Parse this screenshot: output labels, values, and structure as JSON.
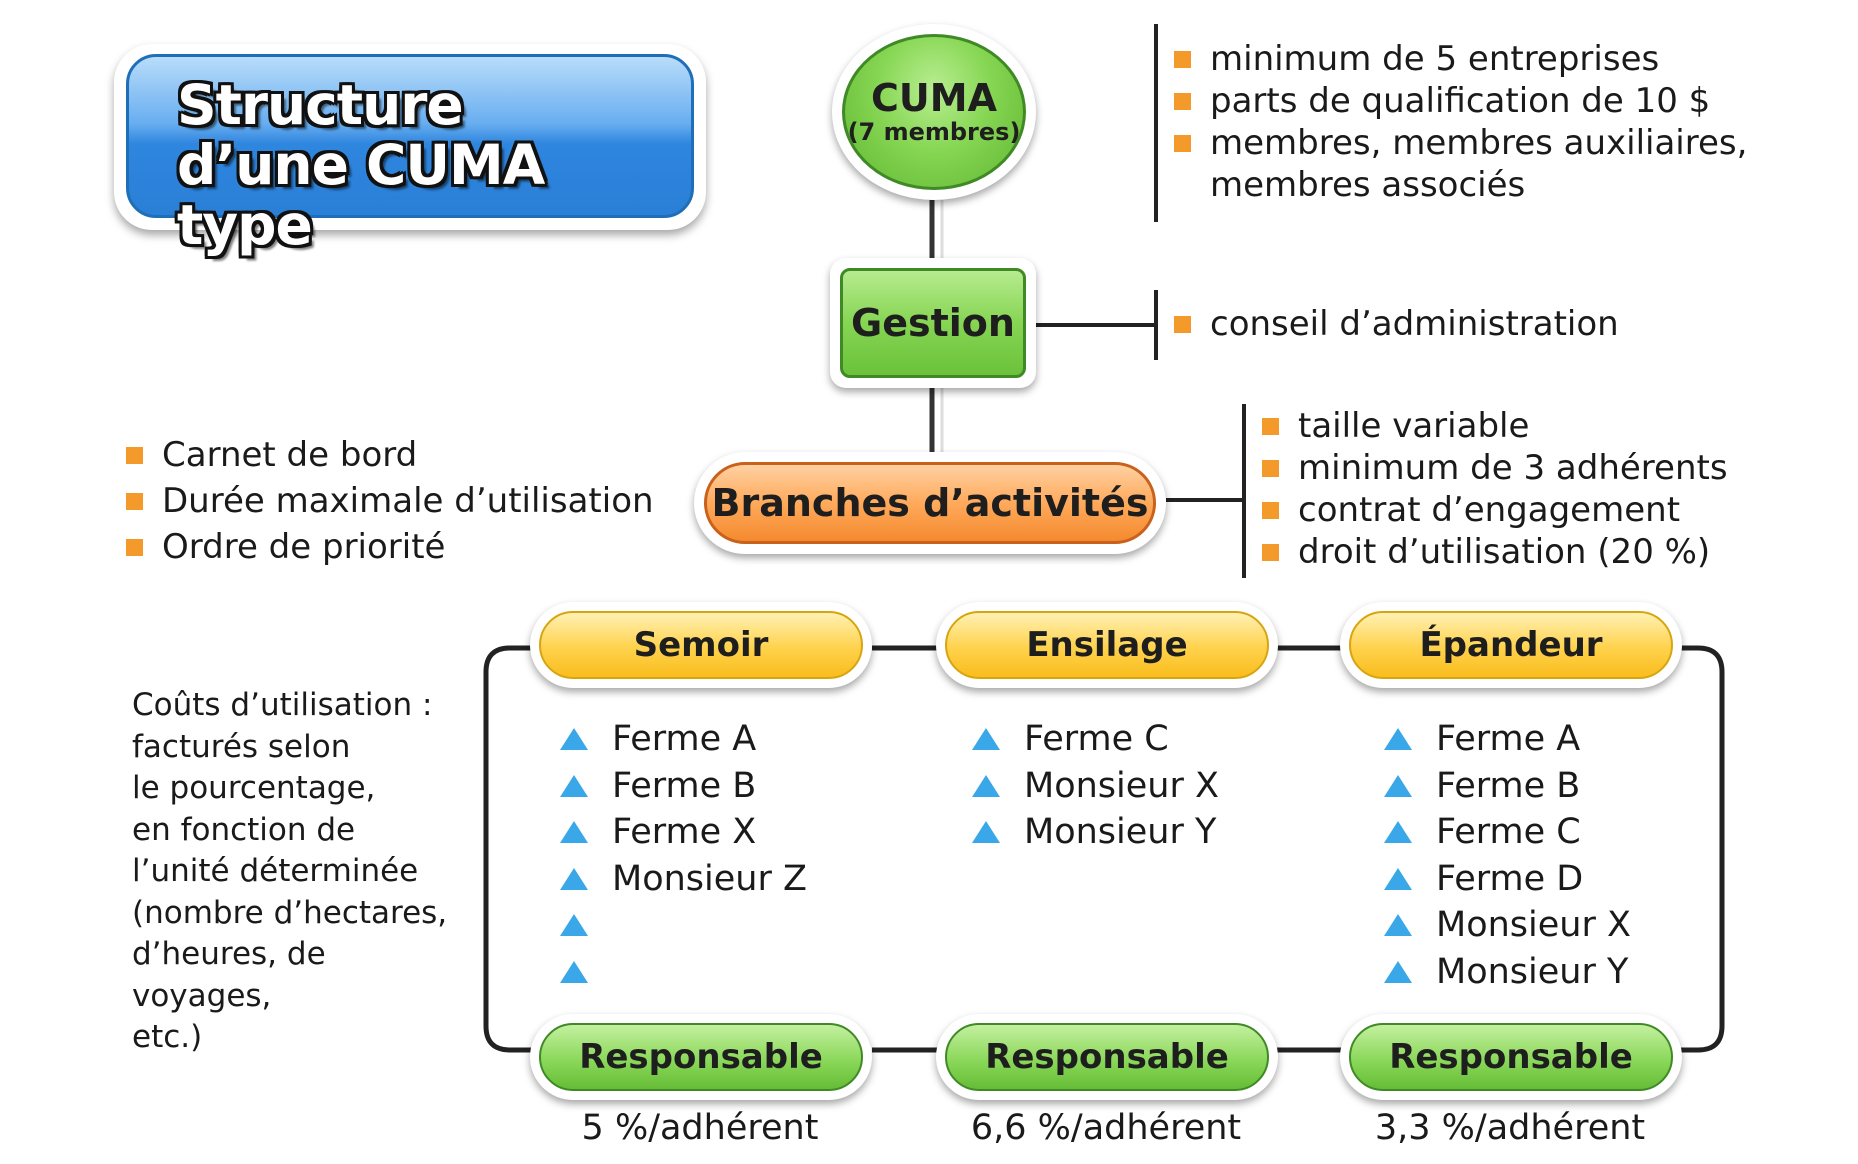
{
  "title": {
    "line1": "Structure",
    "line2": "d’une CUMA type"
  },
  "cuma": {
    "label": "CUMA",
    "sublabel": "(7 membres)"
  },
  "cuma_notes": [
    "minimum de 5 entreprises",
    "parts de qualification de 10 $",
    "membres, membres auxiliaires,",
    "membres associés"
  ],
  "gestion": {
    "label": "Gestion",
    "notes": [
      "conseil d’administration"
    ]
  },
  "branches": {
    "label": "Branches d’activités",
    "notes": [
      "taille variable",
      "minimum de 3 adhérents",
      "contrat d’engagement",
      "droit d’utilisation (20 %)"
    ]
  },
  "left_notes": [
    "Carnet de bord",
    "Durée maximale d’utilisation",
    "Ordre de priorité"
  ],
  "costs_note": [
    "Coûts d’utilisation :",
    "facturés selon",
    "le pourcentage,",
    "en fonction de",
    "l’unité déterminée",
    "(nombre d’hectares,",
    "d’heures, de voyages,",
    "etc.)"
  ],
  "columns": [
    {
      "header": "Semoir",
      "members": [
        "Ferme A",
        "Ferme B",
        "Ferme X",
        "Monsieur Z",
        "",
        ""
      ],
      "responsable": "Responsable",
      "rate": "5 %/adhérent"
    },
    {
      "header": "Ensilage",
      "members": [
        "Ferme C",
        "Monsieur X",
        "Monsieur Y"
      ],
      "responsable": "Responsable",
      "rate": "6,6 %/adhérent"
    },
    {
      "header": "Épandeur",
      "members": [
        "Ferme A",
        "Ferme B",
        "Ferme C",
        "Ferme D",
        "Monsieur X",
        "Monsieur Y"
      ],
      "responsable": "Responsable",
      "rate": "3,3 %/adhérent"
    }
  ],
  "colors": {
    "bullet_square": "#f39a2b",
    "bullet_triangle": "#3aa8e8",
    "cuma_green": "#86d653",
    "branches_orange": "#ffaa5c",
    "header_yellow": "#ffd24c",
    "title_blue": "#2f86df"
  }
}
